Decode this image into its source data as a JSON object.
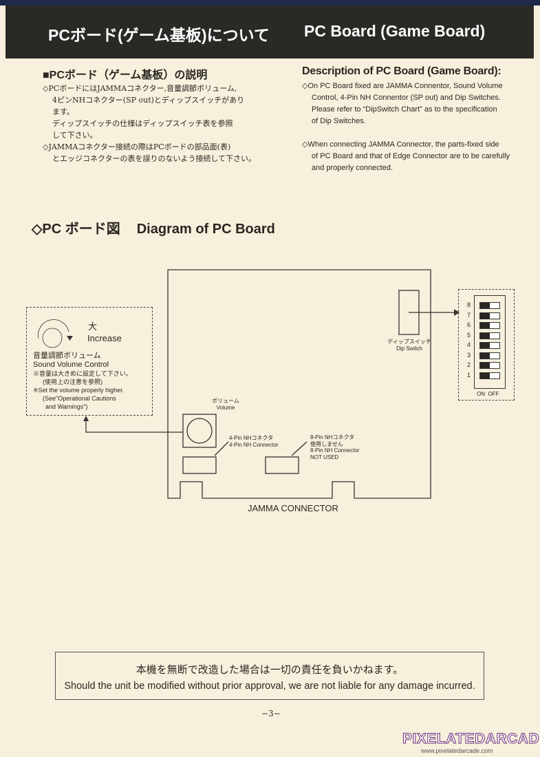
{
  "header": {
    "title_jp": "PCボード(ゲーム基板)について",
    "title_en": "PC Board (Game Board)"
  },
  "jp_section": {
    "heading": "■PCボード（ゲーム基板）の説明",
    "p1": [
      "◇PCボードにはJAMMAコネクター,音量調節ボリューム,",
      "4ピンNHコネクター(SP out)とディップスイッチがあり",
      "ます。",
      "ディップスイッチの仕様はディップスイッチ表を参照",
      "して下さい。"
    ],
    "p2": [
      "◇JAMMAコネクター接続の際はPCボードの部品面(表)",
      "とエッジコネクターの表を誤りのないよう接続して下さい。"
    ]
  },
  "en_section": {
    "heading": "Description of PC Board (Game Board):",
    "p1": [
      "◇On PC Board fixed are JAMMA Connentor, Sound Volume",
      "Control, 4-Pin NH Connentor (SP out) and Dip Switches.",
      "Please refer to “DipSwitch Chart” as to the specification",
      "of Dip Switches."
    ],
    "p2": [
      "◇When connecting JAMMA Connector, the parts-fixed side",
      "of PC Board and that of Edge Connector are to be carefully",
      "and properly connected."
    ]
  },
  "diagram": {
    "title_jp": "◇PC ボード図",
    "title_en": "Diagram of PC Board",
    "volume_panel": {
      "increase_jp": "大",
      "increase_en": "Increase",
      "label_jp": "音量調節ボリューム",
      "label_en": "Sound Volume Control",
      "note1_jp": "※音量は大きめに設定して下さい。",
      "note1b_jp": "(使用上の注意を参照)",
      "note2_en": "※Set the volume properly higher.",
      "note2b_en": "(See\"Operational Cautions",
      "note2c_en": "and Warnings\")"
    },
    "volume_label_jp": "ボリューム",
    "volume_label_en": "Volume",
    "pin4_jp": "4-Pin NHコネクタ",
    "pin4_en": "4-Pin NH Connector",
    "pin8_jp": "8-Pin NHコネクタ",
    "pin8_jp2": "使用しません",
    "pin8_en": "8-Pin NH Connector",
    "pin8_en2": "NOT USED",
    "dip_jp": "ディップスイッチ",
    "dip_en": "Dip Switch",
    "dip_numbers": [
      "8",
      "7",
      "6",
      "5",
      "4",
      "3",
      "2",
      "1"
    ],
    "dip_on": "ON",
    "dip_off": "OFF",
    "jamma": "JAMMA CONNECTOR"
  },
  "footer": {
    "jp": "本機を無断で改造した場合は一切の責任を負いかねます。",
    "en": "Should the unit be modified without prior approval, we are not liable for any damage incurred."
  },
  "page_number": "−3−",
  "watermark": {
    "logo": "PIXELATEDARCADE",
    "url": "www.pixelatedarcade.com"
  }
}
